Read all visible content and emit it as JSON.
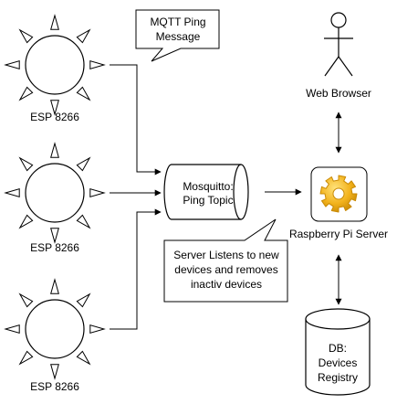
{
  "diagram": {
    "sensors": [
      {
        "label": "ESP 8266"
      },
      {
        "label": "ESP 8266"
      },
      {
        "label": "ESP 8266"
      }
    ],
    "mqtt_callout": {
      "line1": "MQTT Ping",
      "line2": "Message"
    },
    "broker": {
      "line1": "Mosquitto:",
      "line2": "Ping Topic"
    },
    "server_callout": {
      "line1": "Server Listens to new",
      "line2": "devices and removes",
      "line3": "inactiv devices"
    },
    "user": {
      "label": "Web Browser"
    },
    "server": {
      "label": "Raspberry Pi Server",
      "icon": "gear-icon"
    },
    "database": {
      "line1": "DB:",
      "line2": "Devices",
      "line3": "Registry"
    }
  },
  "colors": {
    "stroke": "#000000",
    "fill": "#ffffff",
    "gear": "#f2b21c",
    "gear_dark": "#c98a05"
  }
}
